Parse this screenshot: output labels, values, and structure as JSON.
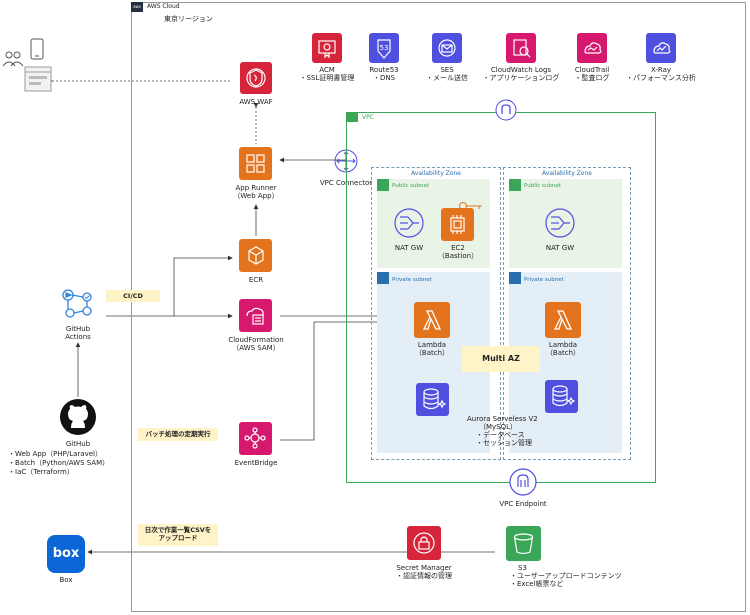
{
  "cloud": {
    "label": "AWS Cloud",
    "region": "東京リージョン"
  },
  "colors": {
    "red": "#d6243a",
    "orange": "#e4731e",
    "pink": "#d6196e",
    "blue": "#4f4fe0",
    "vpc_green": "#3aa657",
    "subnet_green_bg": "#e9f3e6",
    "subnet_blue_bg": "#e3eef7",
    "note_bg": "#fff4c8"
  },
  "top_services": [
    {
      "name": "ACM",
      "desc": "・SSL証明書管理",
      "icon": "certificate-icon"
    },
    {
      "name": "Route53",
      "desc": "・DNS",
      "icon": "route53-icon"
    },
    {
      "name": "SES",
      "desc": "・メール送信",
      "icon": "email-icon"
    },
    {
      "name": "CloudWatch Logs",
      "desc": "・アプリケーションログ",
      "icon": "logs-search-icon"
    },
    {
      "name": "CloudTrail",
      "desc": "・監査ログ",
      "icon": "cloudtrail-icon"
    },
    {
      "name": "X-Ray",
      "desc": "・パフォーマンス分析",
      "icon": "xray-icon"
    }
  ],
  "waf": {
    "label": "AWS WAF"
  },
  "apprunner": {
    "label1": "App Runner",
    "label2": "（Web App）"
  },
  "vpc_connector": {
    "label": "VPC Connector"
  },
  "ecr": {
    "label": "ECR"
  },
  "cloudformation": {
    "label1": "CloudFormation",
    "label2": "（AWS SAM）"
  },
  "eventbridge": {
    "label": "EventBridge"
  },
  "github_actions": {
    "label1": "GitHub",
    "label2": "Actions"
  },
  "github": {
    "label": "GitHub",
    "items": [
      "・Web App（PHP/Laravel）",
      "・Batch（Python/AWS SAM）",
      "・IaC（Terraform）"
    ]
  },
  "box": {
    "logo": "box",
    "label": "Box"
  },
  "notes": {
    "cicd": "CI/CD",
    "batch": "バッチ処理の定期実行",
    "csv1": "日次で作業一覧CSVを",
    "csv2": "アップロード"
  },
  "vpc": {
    "label": "VPC"
  },
  "az": {
    "label": "Availability Zone"
  },
  "public_subnet": {
    "label": "Public subnet"
  },
  "private_subnet": {
    "label": "Private subnet"
  },
  "nat": {
    "label": "NAT GW"
  },
  "ec2": {
    "label1": "EC2",
    "label2": "（Bastion）"
  },
  "lambda": {
    "label1": "Lambda",
    "label2": "（Batch）"
  },
  "multi_az": {
    "label": "Multi AZ"
  },
  "aurora": {
    "label1": "Aurora Serveless V2",
    "label2": "（MySQL）",
    "items": [
      "・データベース",
      "・セッション管理"
    ]
  },
  "vpc_endpoint": {
    "label": "VPC Endpoint"
  },
  "secret_manager": {
    "label": "Secret Manager",
    "desc": "・認証情報の管理"
  },
  "s3": {
    "label": "S3",
    "items": [
      "・ユーザーアップロードコンテンツ",
      "・Excel帳票など"
    ]
  }
}
